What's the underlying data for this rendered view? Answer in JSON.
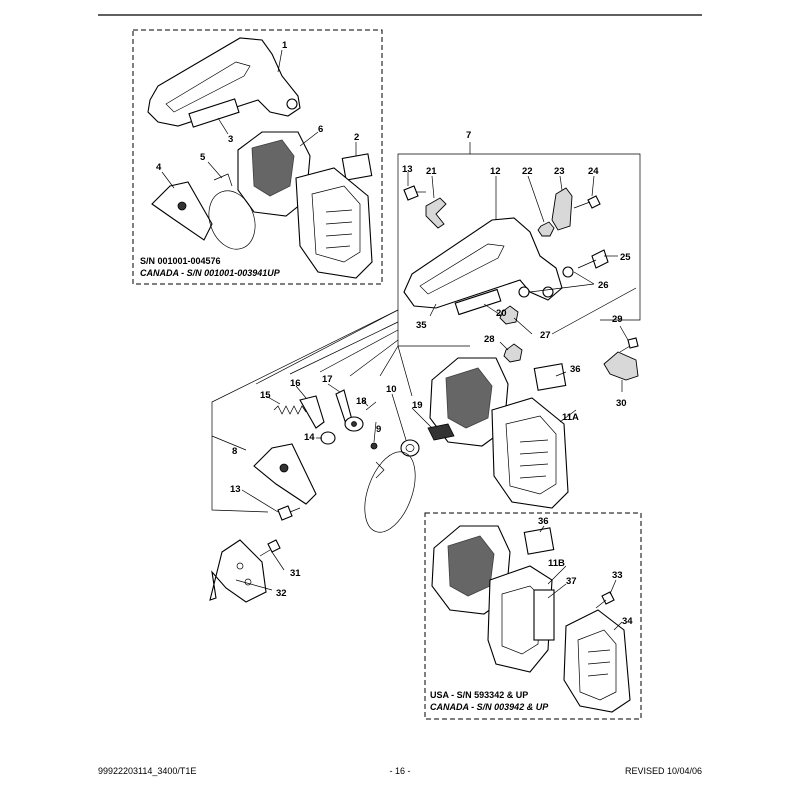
{
  "callouts": {
    "c1": "1",
    "c2": "2",
    "c3": "3",
    "c4": "4",
    "c5": "5",
    "c6": "6",
    "c7": "7",
    "c8": "8",
    "c9": "9",
    "c10": "10",
    "c11a": "11A",
    "c11b": "11B",
    "c12": "12",
    "c13a": "13",
    "c13b": "13",
    "c14": "14",
    "c15": "15",
    "c16": "16",
    "c17": "17",
    "c18": "18",
    "c19": "19",
    "c20": "20",
    "c21": "21",
    "c22": "22",
    "c23": "23",
    "c24": "24",
    "c25": "25",
    "c26": "26",
    "c27": "27",
    "c28": "28",
    "c29": "29",
    "c30": "30",
    "c31": "31",
    "c32": "32",
    "c33": "33",
    "c34": "34",
    "c35": "35",
    "c36a": "36",
    "c36b": "36",
    "c37": "37"
  },
  "notes": {
    "early_sn": "S/N 001001-004576",
    "early_canada": "CANADA - S/N 001001-003941UP",
    "late_usa": "USA - S/N 593342 & UP",
    "late_canada": "CANADA - S/N 003942 & UP"
  },
  "footer": {
    "doc_id": "99922203114_3400/T1E",
    "page": "- 16 -",
    "revised": "REVISED 10/04/06"
  }
}
